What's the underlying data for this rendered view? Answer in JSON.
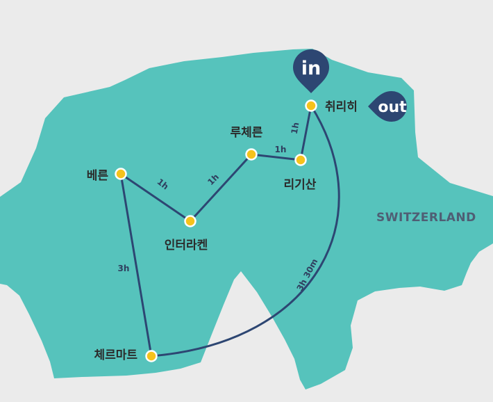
{
  "map": {
    "country_label": "SWITZERLAND",
    "colors": {
      "background": "#ebebeb",
      "land": "#56c3bc",
      "route": "#2d4672",
      "marker_fill": "#f6c21c",
      "marker_stroke": "#ffffff",
      "pin": "#2d4672"
    },
    "markers": {
      "in_label": "in",
      "out_label": "out"
    },
    "cities": [
      {
        "id": "zurich",
        "name": "취리히"
      },
      {
        "id": "rigi",
        "name": "리기산"
      },
      {
        "id": "lucerne",
        "name": "루체른"
      },
      {
        "id": "interlaken",
        "name": "인터라켄"
      },
      {
        "id": "bern",
        "name": "베른"
      },
      {
        "id": "zermatt",
        "name": "체르마트"
      }
    ],
    "routes": [
      {
        "from": "zurich",
        "to": "rigi",
        "duration": "1h"
      },
      {
        "from": "rigi",
        "to": "lucerne",
        "duration": "1h"
      },
      {
        "from": "lucerne",
        "to": "interlaken",
        "duration": "1h"
      },
      {
        "from": "interlaken",
        "to": "bern",
        "duration": "1h"
      },
      {
        "from": "bern",
        "to": "zermatt",
        "duration": "3h"
      },
      {
        "from": "zermatt",
        "to": "zurich",
        "duration": "3h 30m"
      }
    ]
  }
}
